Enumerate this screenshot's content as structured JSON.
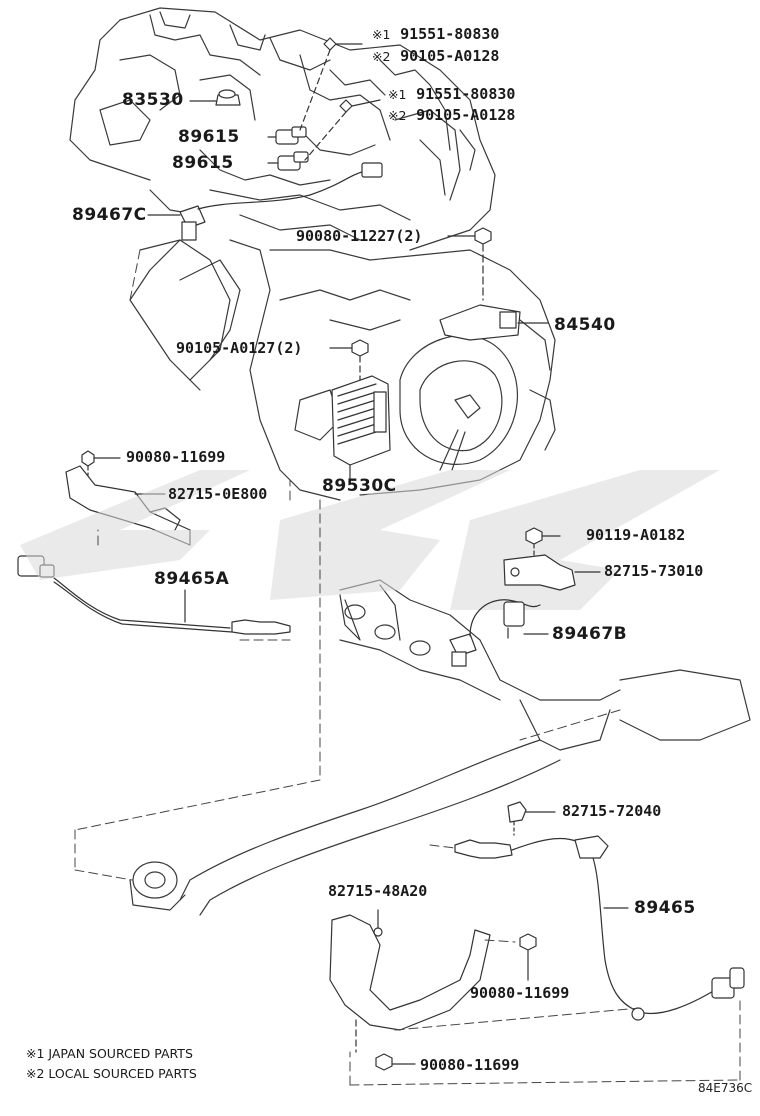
{
  "labels": {
    "j1_mark": "※1",
    "j1_part": "91551-80830",
    "l1_mark": "※2",
    "l1_part": "90105-A0128",
    "j2_mark": "※1",
    "j2_part": "91551-80830",
    "l2_mark": "※2",
    "l2_part": "90105-A0128",
    "p83530": "83530",
    "p89615a": "89615",
    "p89615b": "89615",
    "p89467c": "89467C",
    "p90080_11227": "90080-11227(2)",
    "p84540": "84540",
    "p90105_a0127": "90105-A0127(2)",
    "p90080_11699a": "90080-11699",
    "p82715_0e800": "82715-0E800",
    "p89530c": "89530C",
    "p90119_a0182": "90119-A0182",
    "p82715_73010": "82715-73010",
    "p89465a": "89465A",
    "p89467b": "89467B",
    "p82715_72040": "82715-72040",
    "p82715_48a20": "82715-48A20",
    "p89465": "89465",
    "p90080_11699b": "90080-11699",
    "p90080_11699c": "90080-11699"
  },
  "legend": {
    "note1": "※1 JAPAN SOURCED PARTS",
    "note2": "※2 LOCAL SOURCED PARTS"
  },
  "figure_code": "84E736C"
}
